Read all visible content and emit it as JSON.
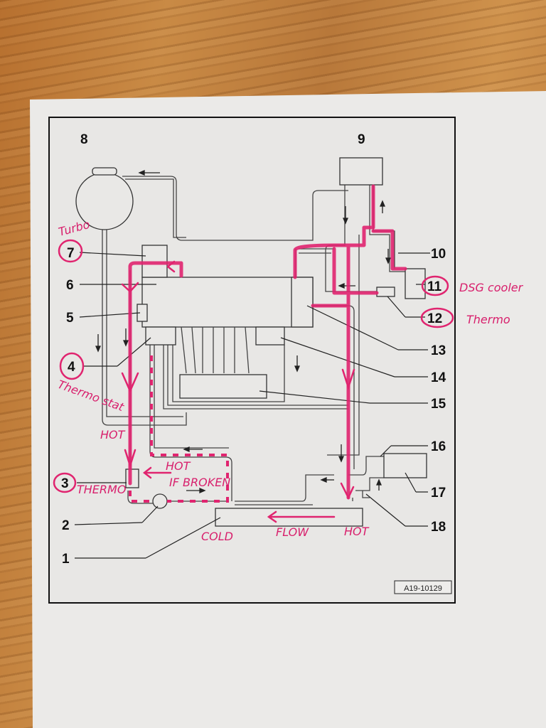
{
  "callouts": {
    "c1": "1",
    "c2": "2",
    "c3": "3",
    "c4": "4",
    "c5": "5",
    "c6": "6",
    "c7": "7",
    "c8": "8",
    "c9": "9",
    "c10": "10",
    "c11": "11",
    "c12": "12",
    "c13": "13",
    "c14": "14",
    "c15": "15",
    "c16": "16",
    "c17": "17",
    "c18": "18"
  },
  "reference": "A19-10129",
  "annotations": {
    "turbo": "Turbo",
    "thermostat": "Thermo stat",
    "hot_left": "HOT",
    "thermo_3": "THERMO",
    "hot_if": "HOT",
    "if_broken": "IF BROKEN",
    "cold": "COLD",
    "flow": "FLOW",
    "hot_right": "HOT",
    "dsg_cooler": "DSG cooler",
    "thermo_12": "Thermo"
  },
  "colors": {
    "annotation": "#e0246f",
    "paper": "#ebeae8",
    "wood": "#c07f3d"
  }
}
